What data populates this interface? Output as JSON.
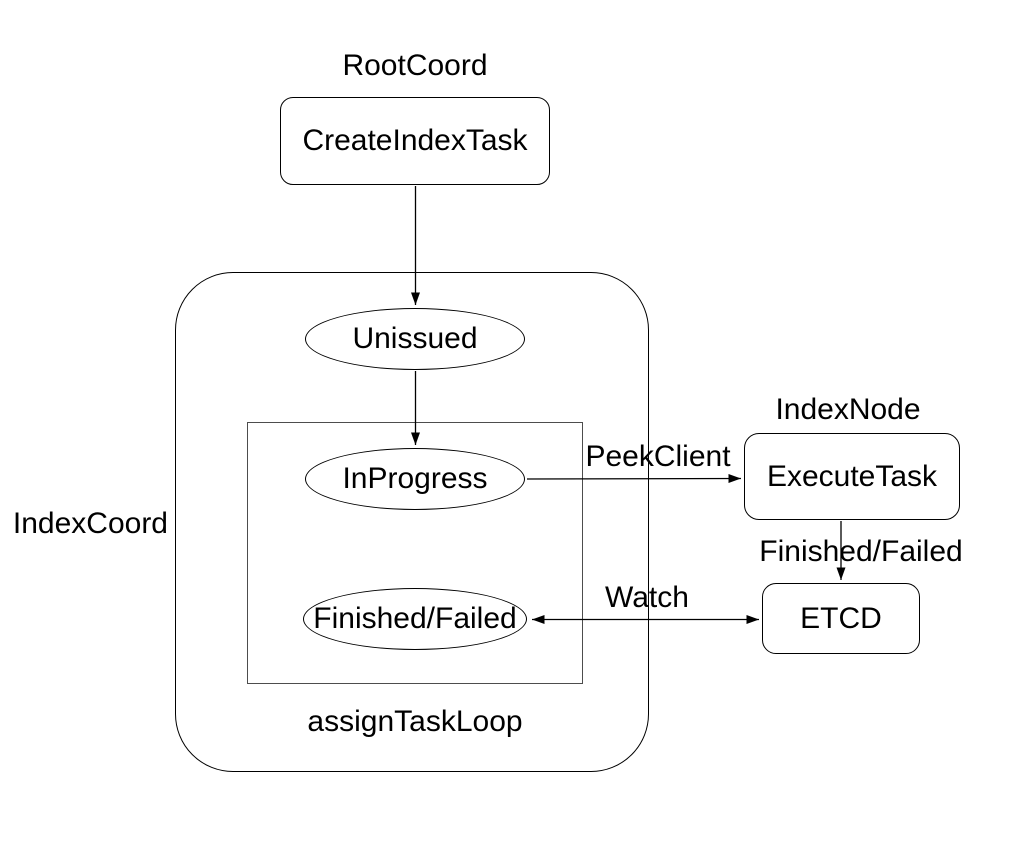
{
  "diagram": {
    "containers": {
      "root_coord_label": "RootCoord",
      "index_coord_label": "IndexCoord",
      "index_node_label": "IndexNode",
      "assign_task_loop_label": "assignTaskLoop"
    },
    "nodes": {
      "create_index_task": "CreateIndexTask",
      "unissued": "Unissued",
      "in_progress": "InProgress",
      "finished_failed": "Finished/Failed",
      "execute_task": "ExecuteTask",
      "etcd": "ETCD"
    },
    "edge_labels": {
      "peek_client": "PeekClient",
      "finished_failed": "Finished/Failed",
      "watch": "Watch"
    },
    "colors": {
      "stroke": "#000000",
      "inner_loop_stroke": "#4d4d4d",
      "background": "#ffffff",
      "text": "#000000"
    }
  }
}
